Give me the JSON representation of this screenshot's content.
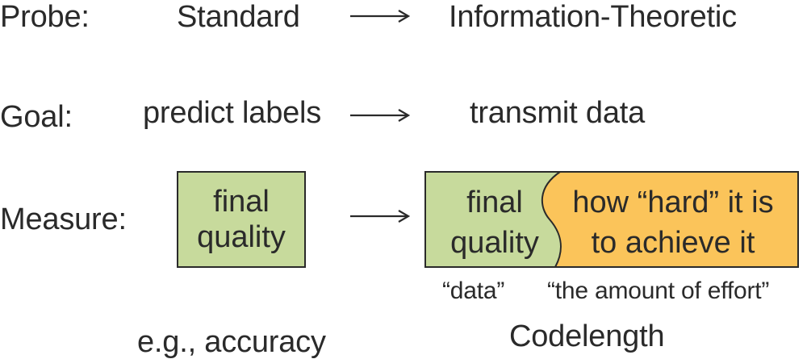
{
  "rows": {
    "probe": {
      "label": "Probe:",
      "from": "Standard",
      "to": "Information-Theoretic"
    },
    "goal": {
      "label": "Goal:",
      "from": "predict labels",
      "to": "transmit data"
    },
    "measure": {
      "label": "Measure:"
    }
  },
  "left_box": {
    "line1": "final",
    "line2": "quality",
    "example": "e.g., accuracy"
  },
  "right_box": {
    "data_line1": "final",
    "data_line2": "quality",
    "effort_line1": "how “hard” it is",
    "effort_line2": "to achieve it",
    "data_caption": "“data”",
    "effort_caption": "“the amount of effort”",
    "example": "Codelength"
  },
  "colors": {
    "green": "#c7da9c",
    "orange": "#fbc45a",
    "stroke": "#2a2a2a"
  }
}
